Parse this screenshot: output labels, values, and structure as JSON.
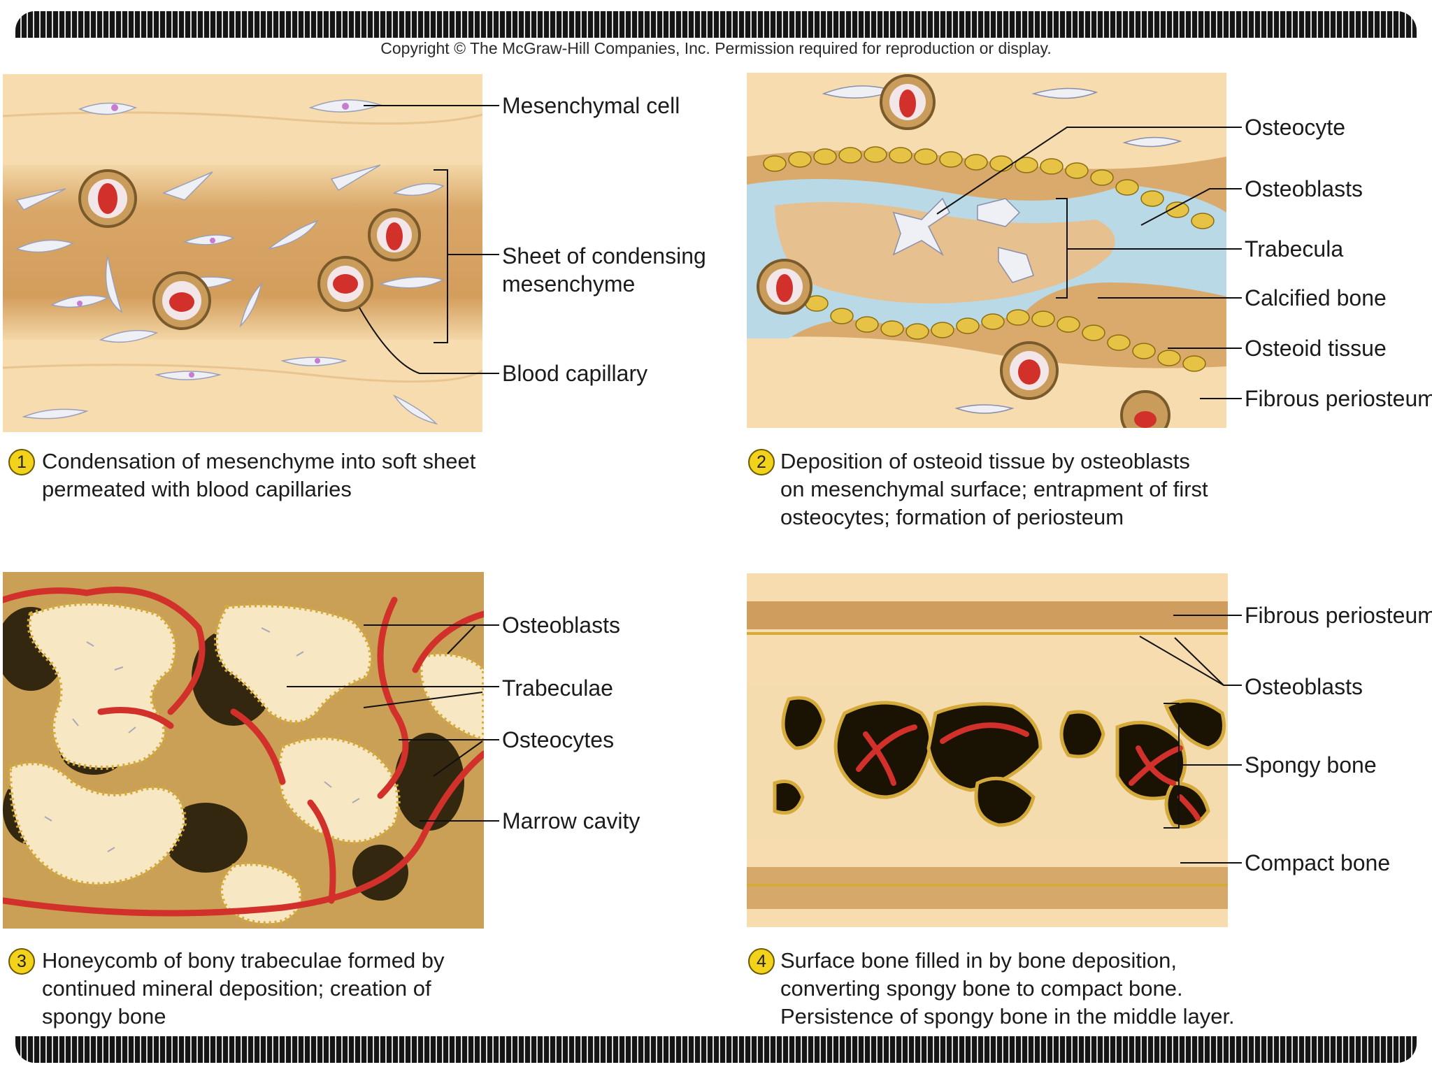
{
  "header": {
    "copyright": "Copyright © The McGraw-Hill Companies, Inc. Permission required for reproduction or display."
  },
  "panels": [
    {
      "step": "1",
      "labels": [
        "Mesenchymal cell",
        "Sheet of condensing",
        "mesenchyme",
        "Blood capillary"
      ],
      "caption": [
        "Condensation of mesenchyme into soft sheet",
        "permeated with blood capillaries"
      ]
    },
    {
      "step": "2",
      "labels": [
        "Osteocyte",
        "Osteoblasts",
        "Trabecula",
        "Calcified bone",
        "Osteoid tissue",
        "Fibrous periosteum"
      ],
      "caption": [
        "Deposition of osteoid tissue by osteoblasts",
        "on mesenchymal surface; entrapment of first",
        "osteocytes; formation of periosteum"
      ]
    },
    {
      "step": "3",
      "labels": [
        "Osteoblasts",
        "Trabeculae",
        "Osteocytes",
        "Marrow cavity"
      ],
      "caption": [
        "Honeycomb of bony trabeculae formed by",
        "continued mineral deposition; creation of",
        "spongy bone"
      ]
    },
    {
      "step": "4",
      "labels": [
        "Fibrous periosteum",
        "Osteoblasts",
        "Spongy bone",
        "Compact bone"
      ],
      "caption": [
        "Surface bone filled in by bone deposition,",
        "converting spongy bone to compact bone.",
        "Persistence of spongy bone in the middle layer."
      ]
    }
  ],
  "colors": {
    "tissue": "#f6dcae",
    "sheet": "#dca96a",
    "blood": "#d2302a",
    "osteoid": "#b9d9e6",
    "osteoblast": "#e6c245",
    "bone": "#f7e7c3",
    "marrow": "#1a1203"
  }
}
